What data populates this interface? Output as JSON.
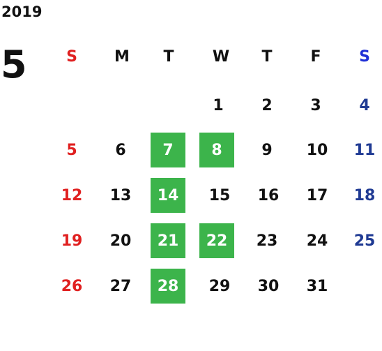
{
  "calendar": {
    "year": "2019",
    "month": "5",
    "weekdays": [
      "S",
      "M",
      "T",
      "W",
      "T",
      "F",
      "S"
    ],
    "weeks": [
      [
        "",
        "",
        "",
        "1",
        "2",
        "3",
        "4"
      ],
      [
        "5",
        "6",
        "7",
        "8",
        "9",
        "10",
        "11"
      ],
      [
        "12",
        "13",
        "14",
        "15",
        "16",
        "17",
        "18"
      ],
      [
        "19",
        "20",
        "21",
        "22",
        "23",
        "24",
        "25"
      ],
      [
        "26",
        "27",
        "28",
        "29",
        "30",
        "31",
        ""
      ]
    ],
    "highlighted_days": [
      "7",
      "8",
      "14",
      "21",
      "22",
      "28"
    ],
    "colors": {
      "sunday": "#e02020",
      "saturday": "#1f3a93",
      "saturday_header": "#1f2fd6",
      "highlight": "#3cb44b",
      "text": "#111111"
    }
  }
}
